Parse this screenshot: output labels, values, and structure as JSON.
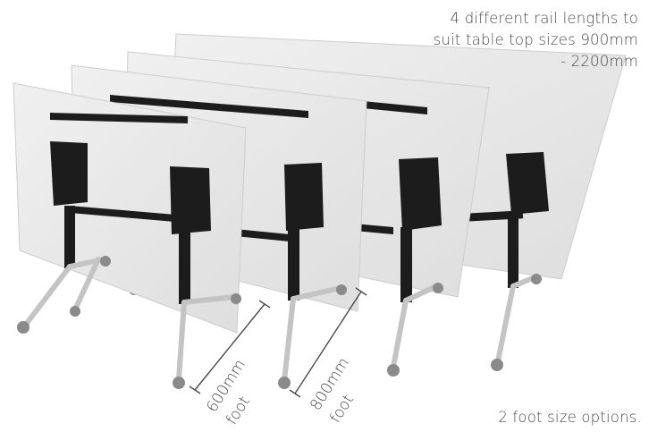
{
  "captions": {
    "rail_lengths_line1": "4 different rail lengths  to",
    "rail_lengths_line2": "suit table top sizes  900mm",
    "rail_lengths_line3": "- 2200mm",
    "foot_options": "2 foot size options."
  },
  "dimensions": {
    "small_foot_value": "600mm",
    "small_foot_label": "foot",
    "large_foot_value": "800mm",
    "large_foot_label": "foot"
  },
  "colors": {
    "table_top": "#e7e7e7",
    "table_edge": "#cfcfcf",
    "frame": "#1c1c1c",
    "foot": "#d4d4d4",
    "text": "#4a4a4a"
  }
}
